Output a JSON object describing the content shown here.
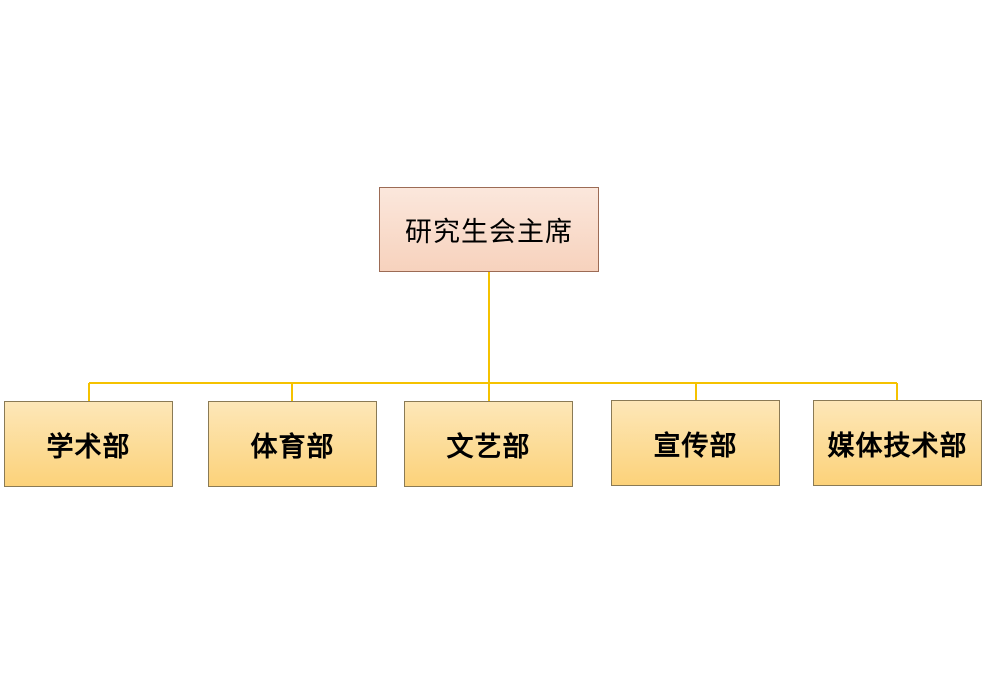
{
  "root": {
    "label": "研究生会主席"
  },
  "departments": [
    {
      "label": "学术部"
    },
    {
      "label": "体育部"
    },
    {
      "label": "文艺部"
    },
    {
      "label": "宣传部"
    },
    {
      "label": "媒体技术部"
    }
  ],
  "colors": {
    "connector": "#f5c200",
    "root_fill_top": "#fbe7dc",
    "root_fill_bottom": "#f7d2bd",
    "dept_fill_top": "#fde7b8",
    "dept_fill_bottom": "#fcd27a"
  }
}
